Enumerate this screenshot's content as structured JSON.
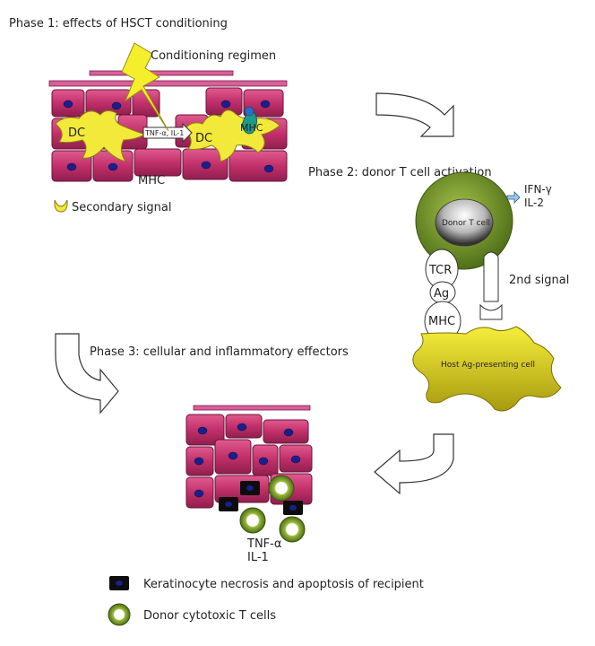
{
  "phase1": {
    "title": "Phase 1: effects of HSCT conditioning",
    "conditioning_label": "Conditioning regimen",
    "dc_label_left": "DC",
    "dc_label_right": "DC",
    "cytokine_label": "TNF-α, IL-1",
    "mhc_cell_label": "MHC",
    "mhc_label": "MHC",
    "secondary_signal_label": "Secondary signal"
  },
  "phase2": {
    "title": "Phase 2: donor T cell activation",
    "donor_t_cell_label": "Donor T cell",
    "cytokines": [
      "IFN-γ",
      "IL-2"
    ],
    "tcr_label": "TCR",
    "ag_label": "Ag",
    "mhc_label": "MHC",
    "second_signal_label": "2nd signal",
    "apc_label": "Host Ag-presenting cell"
  },
  "phase3": {
    "title": "Phase 3: cellular and inflammatory effectors",
    "cytokines": [
      "TNF-α",
      "IL-1"
    ]
  },
  "legend": {
    "keratinocyte_label": "Keratinocyte necrosis and apoptosis of recipient",
    "cytotoxic_label": "Donor cytotoxic T cells"
  },
  "colors": {
    "keratinocyte_pink": "#c8346d",
    "nucleus_blue": "#1a1f8c",
    "dc_yellow": "#f3e93a",
    "donor_green": "#6f8f2a",
    "lightning_yellow": "#f5ee2c"
  }
}
